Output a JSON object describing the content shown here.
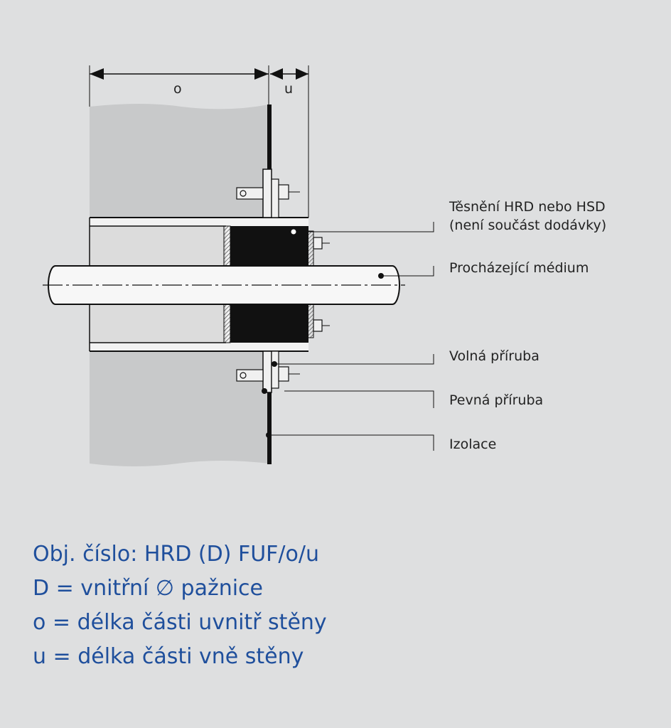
{
  "dimensions": {
    "o": "o",
    "u": "u"
  },
  "labels": {
    "seal_line1": "Těsnění HRD nebo HSD",
    "seal_line2": "(není součást dodávky)",
    "medium": "Procházející médium",
    "loose_flange": "Volná příruba",
    "fixed_flange": "Pevná příruba",
    "insulation": "Izolace"
  },
  "legend": [
    "Obj. číslo: HRD (D) FUF/o/u",
    "D = vnitřní ∅ pažnice",
    "o = délka části uvnitř stěny",
    "u = délka části vně stěny"
  ],
  "colors": {
    "background": "#dedfe0",
    "wall": "#c8c9ca",
    "legend_text": "#1f4f9c",
    "line": "#111111"
  }
}
